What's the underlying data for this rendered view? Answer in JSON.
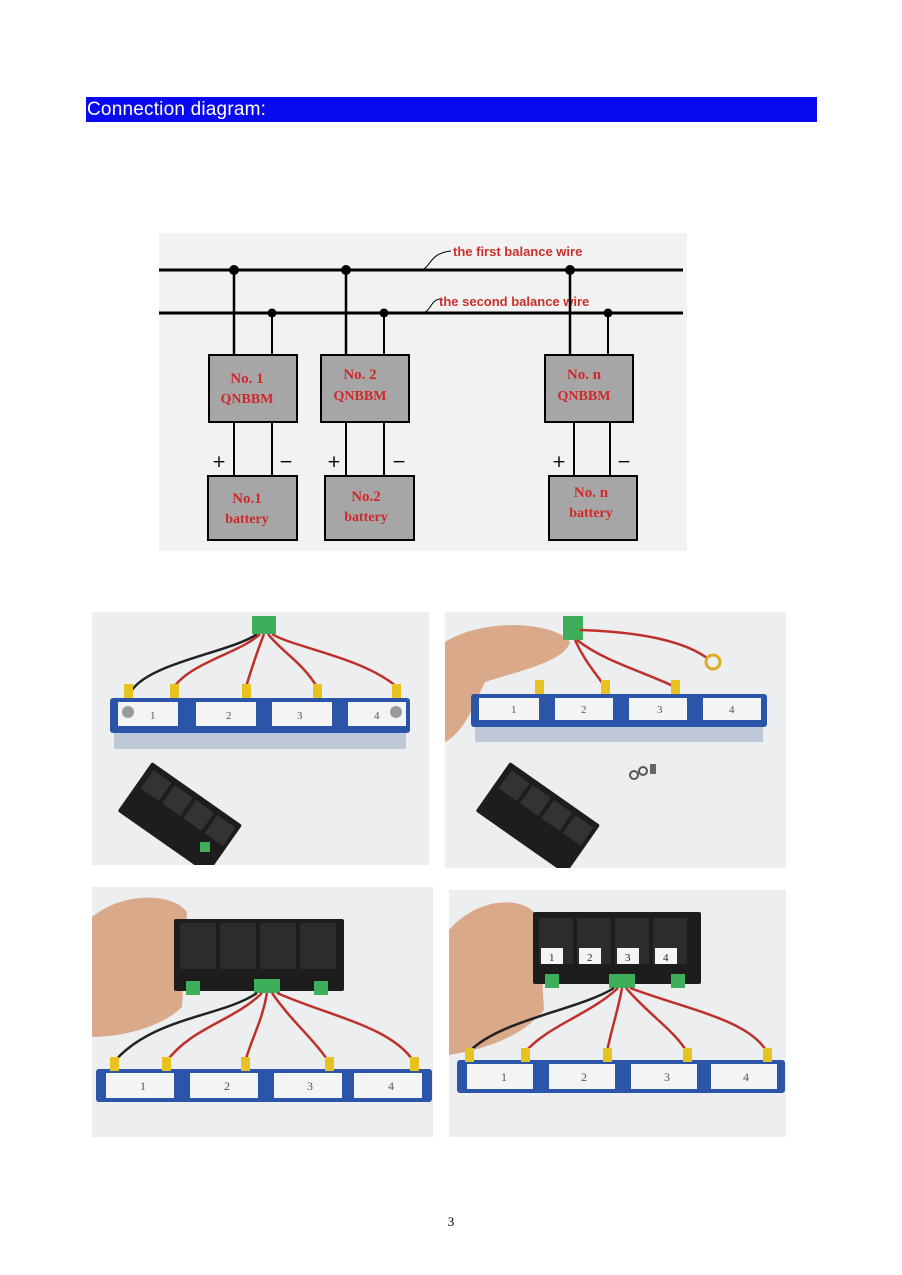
{
  "heading": "Connection diagram:",
  "diagram": {
    "wire_labels": [
      "the first balance wire",
      "the second balance wire"
    ],
    "modules": [
      {
        "line1": "No. 1",
        "line2": "QNBBM"
      },
      {
        "line1": "No. 2",
        "line2": "QNBBM"
      },
      {
        "line1": "No. n",
        "line2": "QNBBM"
      }
    ],
    "batteries": [
      {
        "line1": "No.1",
        "line2": "battery"
      },
      {
        "line1": "No.2",
        "line2": "battery"
      },
      {
        "line1": "No. n",
        "line2": "battery"
      }
    ],
    "plus": "+",
    "minus": "−"
  },
  "photos": [
    {
      "cells": [
        "1",
        "2",
        "3",
        "4"
      ]
    },
    {
      "cells": [
        "1",
        "2",
        "3",
        "4"
      ]
    },
    {
      "cells": [
        "1",
        "2",
        "3",
        "4"
      ]
    },
    {
      "cells": [
        "1",
        "2",
        "3",
        "4"
      ],
      "module_labels": [
        "1",
        "2",
        "3",
        "4"
      ]
    }
  ],
  "page_number": "3"
}
